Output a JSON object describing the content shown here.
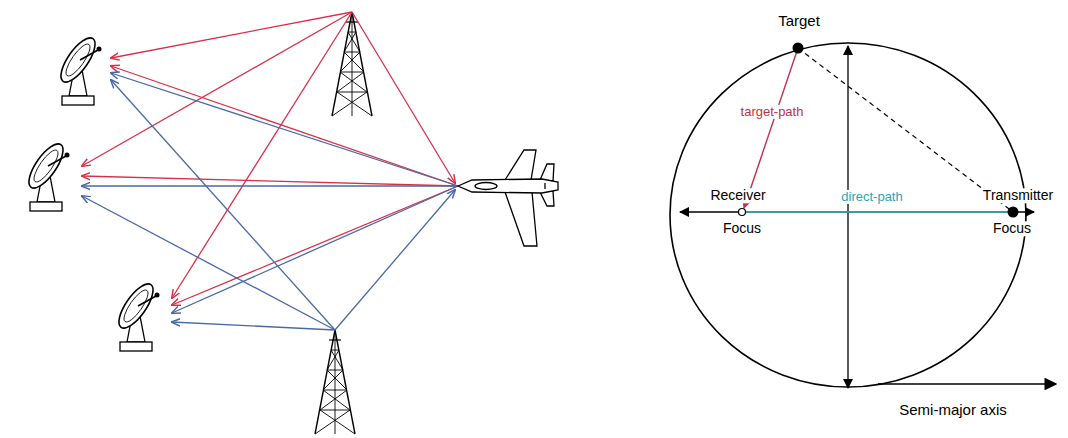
{
  "diagram": {
    "labels": [
      "Target",
      "target-path",
      "Receiver",
      "Focus",
      "direct-path",
      "Transmitter",
      "Focus",
      "Semi-major axis"
    ]
  }
}
